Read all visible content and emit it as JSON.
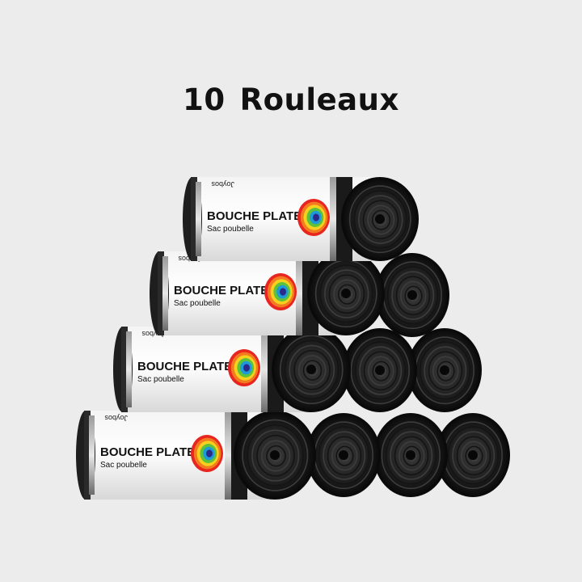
{
  "headline": {
    "count": "10",
    "unit": "Rouleaux"
  },
  "product": {
    "brand": "Joybos",
    "title": "BOUCHE PLATE",
    "subtitle": "Sac poubelle",
    "roll_count": 10
  },
  "colors": {
    "background": "#ececec",
    "label": "#ffffff",
    "roll": "#1c1c1c",
    "rainbow": [
      "#e8251f",
      "#f47a1f",
      "#f6d01f",
      "#5dc23a",
      "#1e9ad6",
      "#2a2a8c"
    ]
  },
  "icons": [
    "rainbow-logo-icon"
  ]
}
